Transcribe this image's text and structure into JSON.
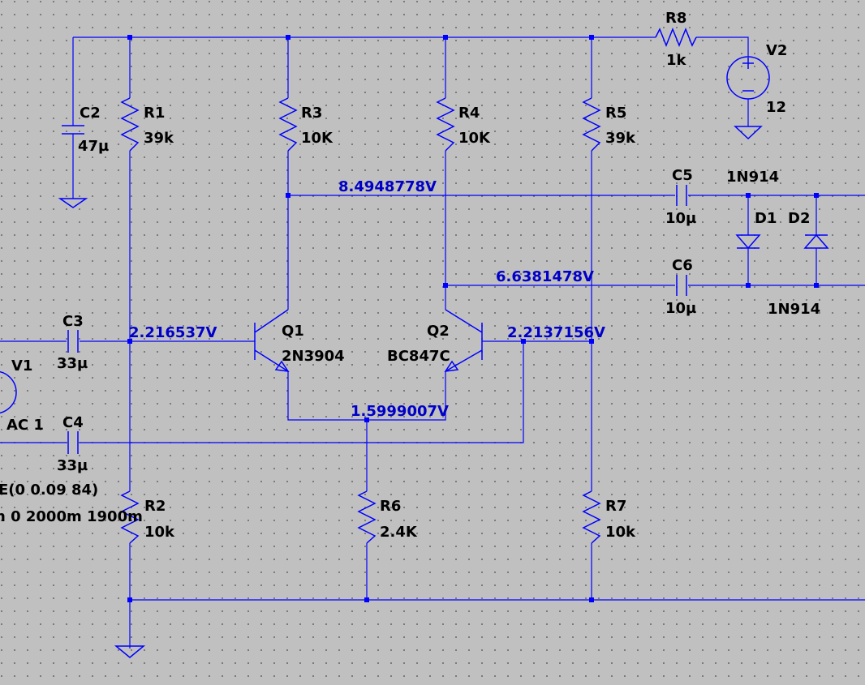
{
  "components": {
    "R1": {
      "name": "R1",
      "value": "39k"
    },
    "R2": {
      "name": "R2",
      "value": "10k"
    },
    "R3": {
      "name": "R3",
      "value": "10K"
    },
    "R4": {
      "name": "R4",
      "value": "10K"
    },
    "R5": {
      "name": "R5",
      "value": "39k"
    },
    "R6": {
      "name": "R6",
      "value": "2.4K"
    },
    "R7": {
      "name": "R7",
      "value": "10k"
    },
    "R8": {
      "name": "R8",
      "value": "1k"
    },
    "C2": {
      "name": "C2",
      "value": "47µ"
    },
    "C3": {
      "name": "C3",
      "value": "33µ"
    },
    "C4": {
      "name": "C4",
      "value": "33µ"
    },
    "C5": {
      "name": "C5",
      "value": "10µ"
    },
    "C6": {
      "name": "C6",
      "value": "10µ"
    },
    "Q1": {
      "name": "Q1",
      "value": "2N3904"
    },
    "Q2": {
      "name": "Q2",
      "value": "BC847C"
    },
    "D1": {
      "name": "D1",
      "value": "1N914"
    },
    "D2": {
      "name": "D2",
      "value": "1N914"
    },
    "V1": {
      "name": "V1",
      "value": "AC 1",
      "spec1": "E(0 0.09 84)",
      "spec2": "n 0 2000m 1900m"
    },
    "V2": {
      "name": "V2",
      "value": "12"
    }
  },
  "node_voltages": {
    "q1_collector": "8.4948778V",
    "q2_collector": "6.6381478V",
    "q1_base": "2.216537V",
    "q2_base": "2.2137156V",
    "emitters": "1.5999007V"
  },
  "colors": {
    "wire": "#0000ff",
    "voltage_label": "#0000c8",
    "background": "#c0c0c0",
    "grid_dot": "#6a6a6a"
  }
}
